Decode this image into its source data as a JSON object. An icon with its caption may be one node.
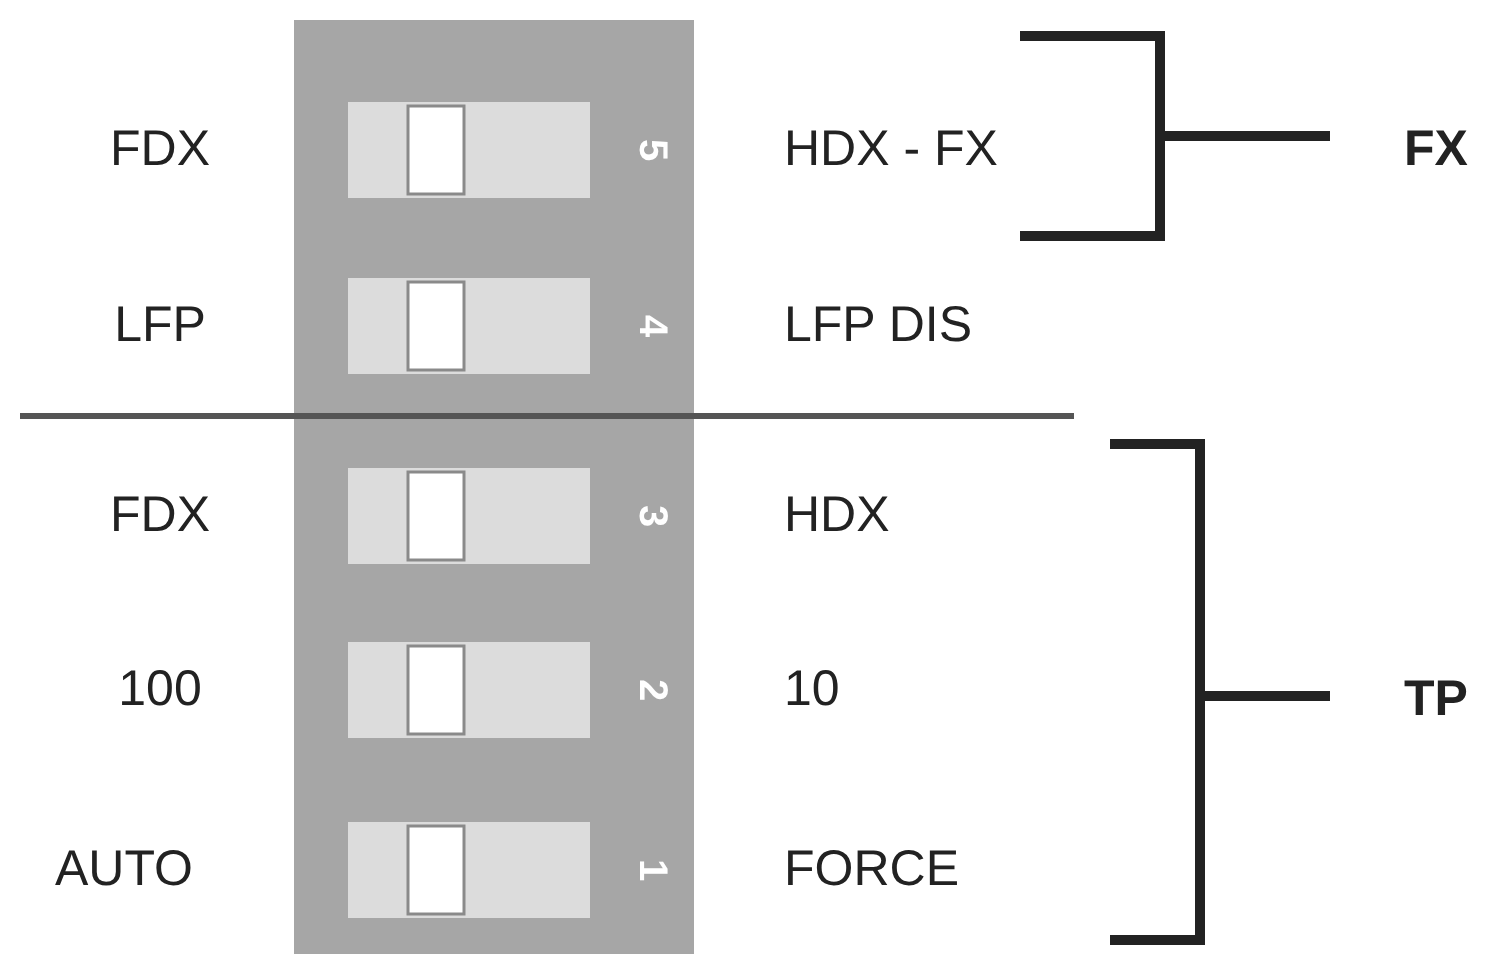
{
  "diagram": {
    "labels": [
      "FDX",
      "5",
      "HDX - FX",
      "FX",
      "LFP",
      "4",
      "LFP DIS",
      "FDX",
      "3",
      "HDX",
      "100",
      "2",
      "10",
      "TP",
      "AUTO",
      "1",
      "FORCE"
    ]
  }
}
